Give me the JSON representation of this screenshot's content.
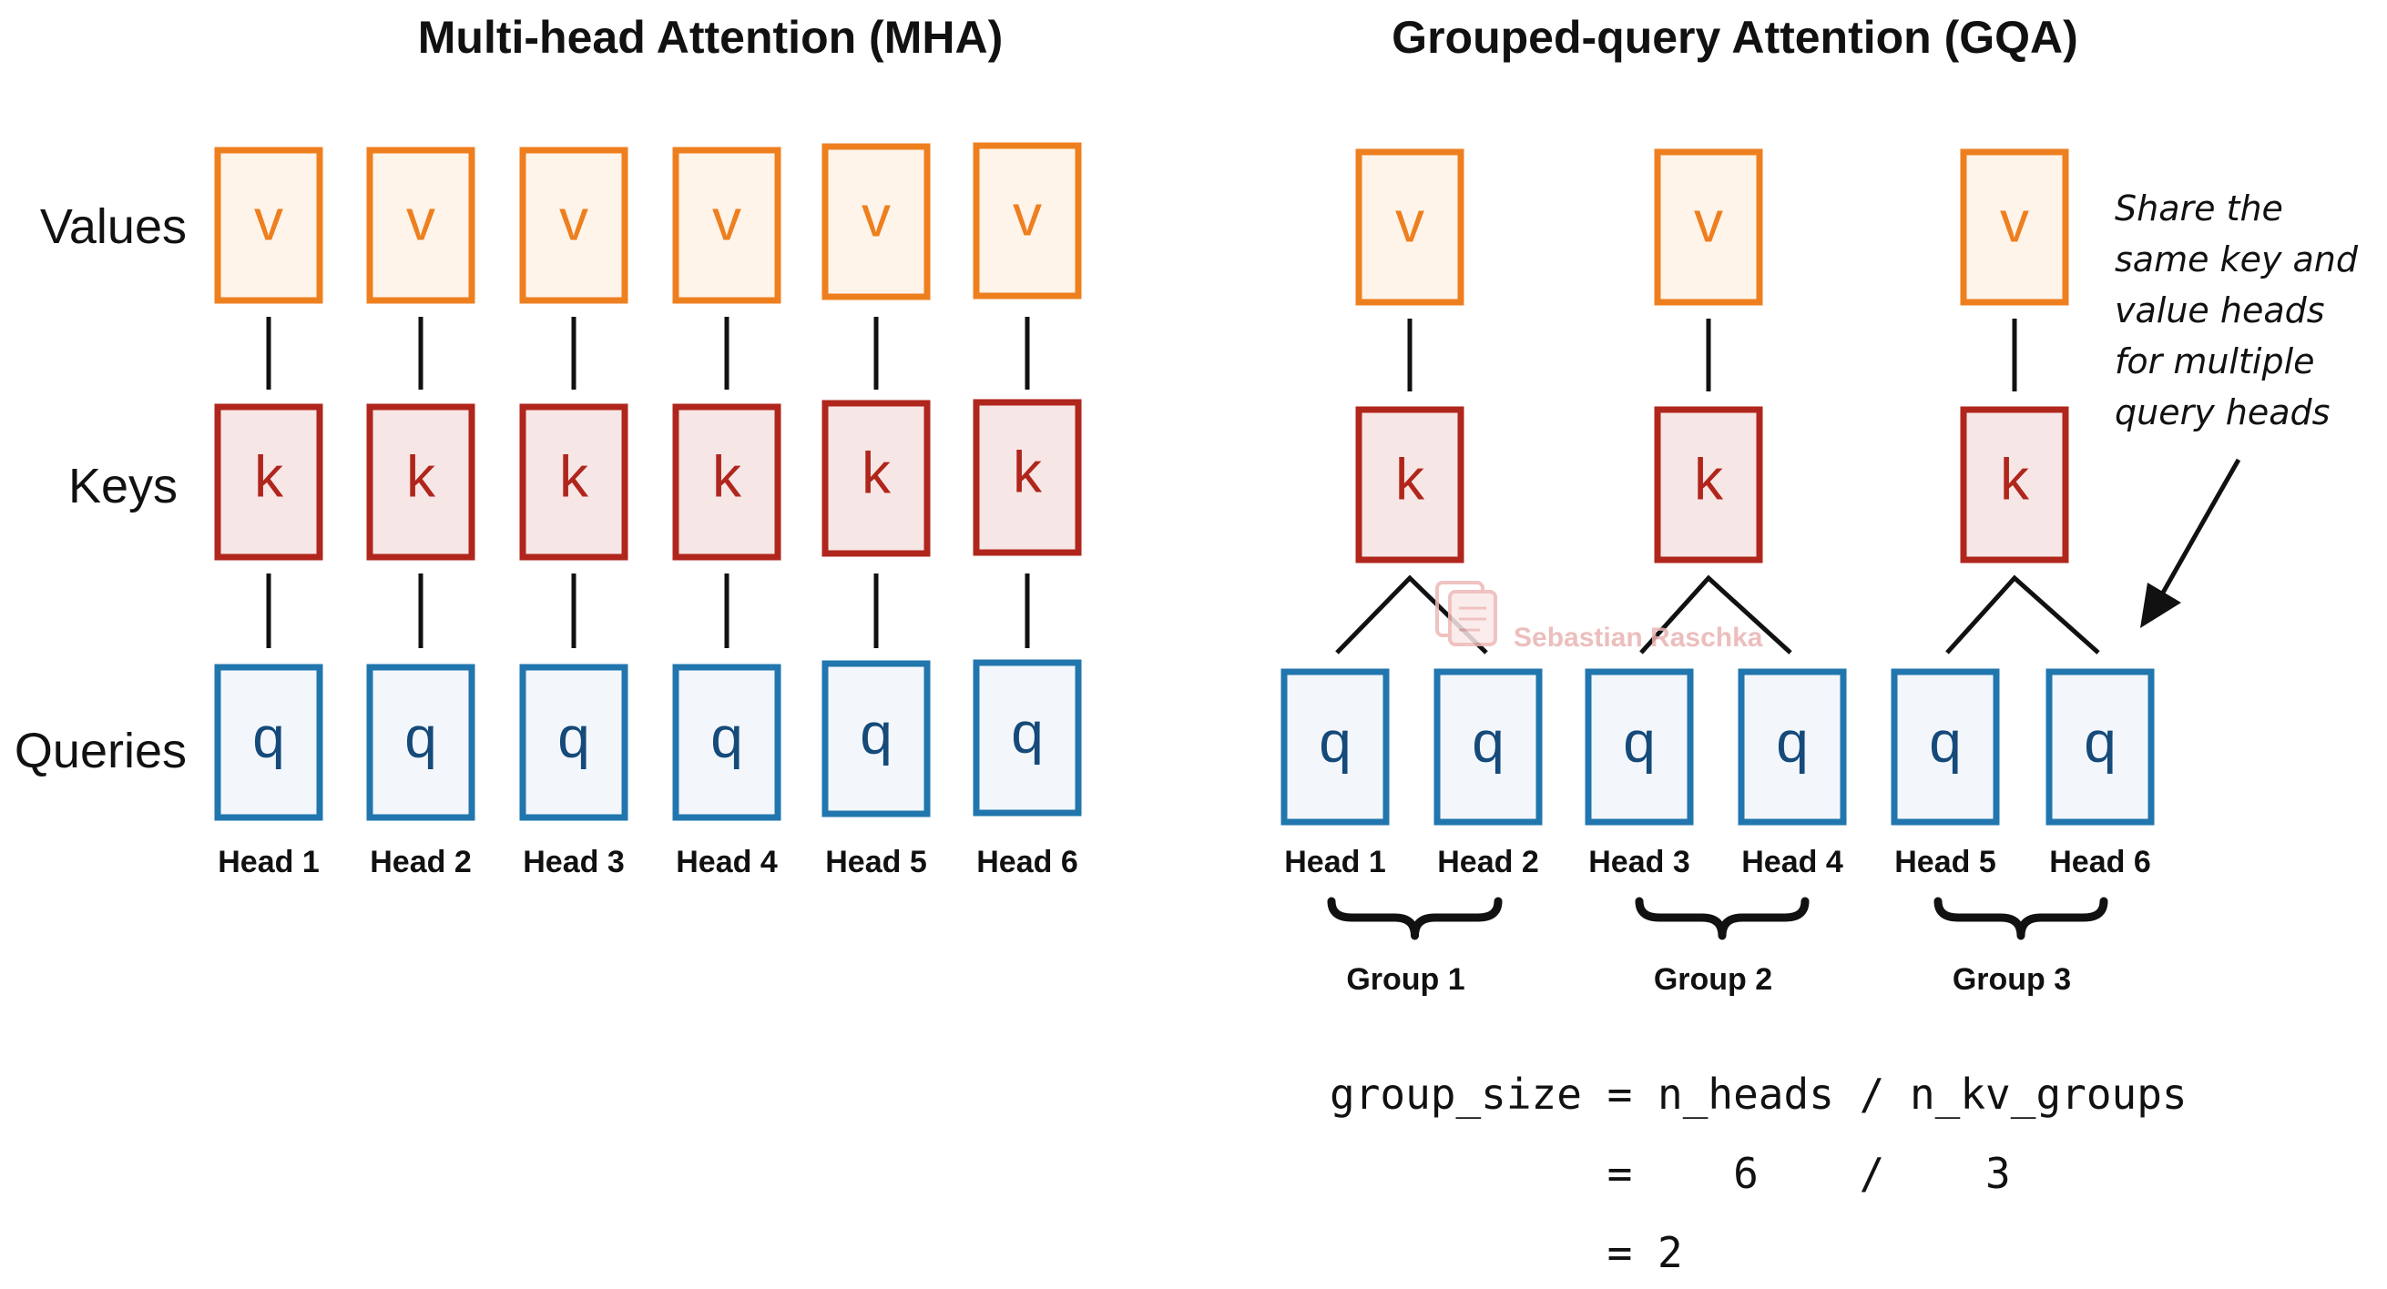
{
  "mha": {
    "title": "Multi-head Attention (MHA)",
    "row_labels": {
      "values": "Values",
      "keys": "Keys",
      "queries": "Queries"
    },
    "value_letter": "v",
    "key_letter": "k",
    "query_letter": "q",
    "heads": [
      "Head 1",
      "Head 2",
      "Head 3",
      "Head 4",
      "Head 5",
      "Head 6"
    ]
  },
  "gqa": {
    "title": "Grouped-query Attention (GQA)",
    "value_letter": "v",
    "key_letter": "k",
    "query_letter": "q",
    "heads": [
      "Head 1",
      "Head 2",
      "Head 3",
      "Head 4",
      "Head 5",
      "Head 6"
    ],
    "groups": [
      "Group 1",
      "Group 2",
      "Group 3"
    ],
    "formula": [
      "group_size = n_heads / n_kv_groups",
      "           =    6    /    3",
      "           = 2"
    ],
    "annotation": [
      "Share the",
      "same key and",
      "value heads",
      "for multiple",
      "query heads"
    ]
  },
  "watermark": "Sebastian Raschka",
  "colors": {
    "value": "#ee7f1f",
    "key": "#b0261c",
    "query": "#2176ae",
    "query_text": "#154a7a"
  }
}
